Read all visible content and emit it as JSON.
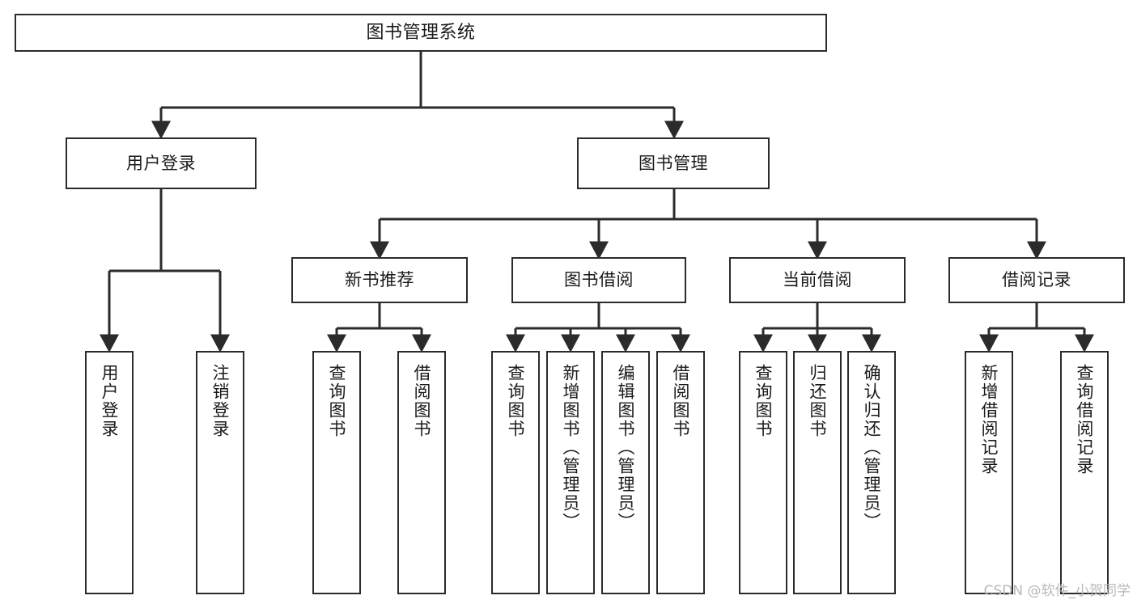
{
  "diagram": {
    "type": "tree-hierarchy-chart",
    "title": "图书管理系统",
    "watermark": "CSDN @软件_小贺同学",
    "colors": {
      "stroke": "#2b2b2b",
      "fill": "#ffffff",
      "text": "#1a1a1a",
      "watermark": "#b9b9b9"
    },
    "nodes": {
      "root": {
        "label": "图书管理系统"
      },
      "level2": [
        {
          "label": "用户登录"
        },
        {
          "label": "图书管理"
        }
      ],
      "level3": [
        {
          "label": "新书推荐"
        },
        {
          "label": "图书借阅"
        },
        {
          "label": "当前借阅"
        },
        {
          "label": "借阅记录"
        }
      ],
      "leaves": {
        "user_login": [
          {
            "label": "用户登录"
          },
          {
            "label": "注销登录"
          }
        ],
        "new_book": [
          {
            "label": "查询图书"
          },
          {
            "label": "借阅图书"
          }
        ],
        "borrow_book": [
          {
            "label": "查询图书"
          },
          {
            "label": "新增图书（管理员）"
          },
          {
            "label": "编辑图书（管理员）"
          },
          {
            "label": "借阅图书"
          }
        ],
        "current_borrow": [
          {
            "label": "查询图书"
          },
          {
            "label": "归还图书"
          },
          {
            "label": "确认归还（管理员）"
          }
        ],
        "borrow_record": [
          {
            "label": "新增借阅记录"
          },
          {
            "label": "查询借阅记录"
          }
        ]
      }
    }
  }
}
